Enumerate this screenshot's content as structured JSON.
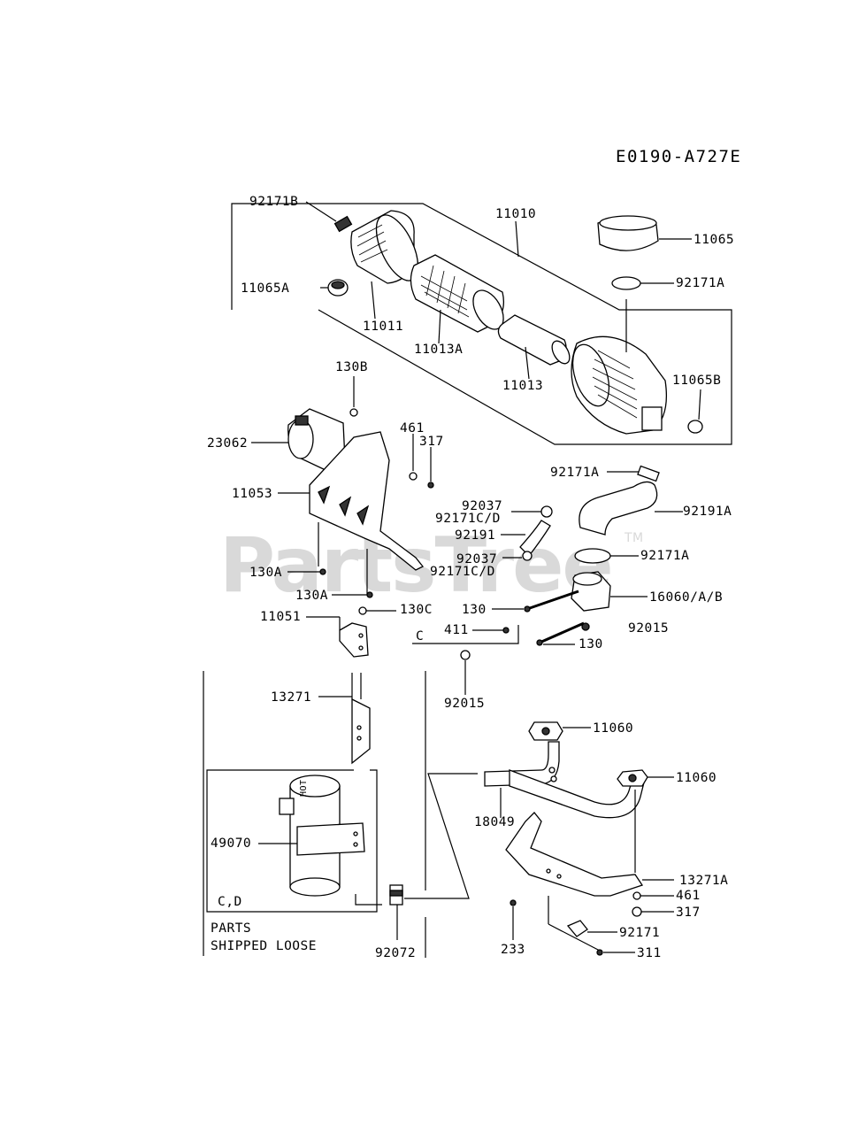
{
  "diagram_code": "E0190-A727E",
  "watermark": {
    "text": "PartsTree",
    "trademark": "TM"
  },
  "callouts": {
    "c11010": "11010",
    "c92171B": "92171B",
    "c11065": "11065",
    "c11065A": "11065A",
    "c92171A_top": "92171A",
    "c11011": "11011",
    "c11013A": "11013A",
    "c11013": "11013",
    "c11065B": "11065B",
    "c130B": "130B",
    "c23062": "23062",
    "c461_top": "461",
    "c317_top": "317",
    "c11053": "11053",
    "c92171A_mid": "92171A",
    "c92037_a": "92037",
    "c92171CD_a": "92171C/D",
    "c92191A": "92191A",
    "c92191": "92191",
    "c92037_b": "92037",
    "c92171CD_b": "92171C/D",
    "c92171A_low": "92171A",
    "c130A_a": "130A",
    "c130A_b": "130A",
    "c16060": "16060/A/B",
    "c11051": "11051",
    "c130C": "130C",
    "c130_a": "130",
    "c411": "411",
    "c92015_a": "92015",
    "c130_b": "130",
    "c_C": "C",
    "c92015_b": "92015",
    "c13271": "13271",
    "c11060_a": "11060",
    "c11060_b": "11060",
    "c18049": "18049",
    "c49070": "49070",
    "c13271A": "13271A",
    "c461_low": "461",
    "c317_low": "317",
    "c_CD": "C,D",
    "c92171": "92171",
    "c233": "233",
    "c311": "311",
    "c92072": "92072"
  },
  "note": {
    "line1": "PARTS",
    "line2": "SHIPPED LOOSE"
  },
  "decal_text": "HOT"
}
